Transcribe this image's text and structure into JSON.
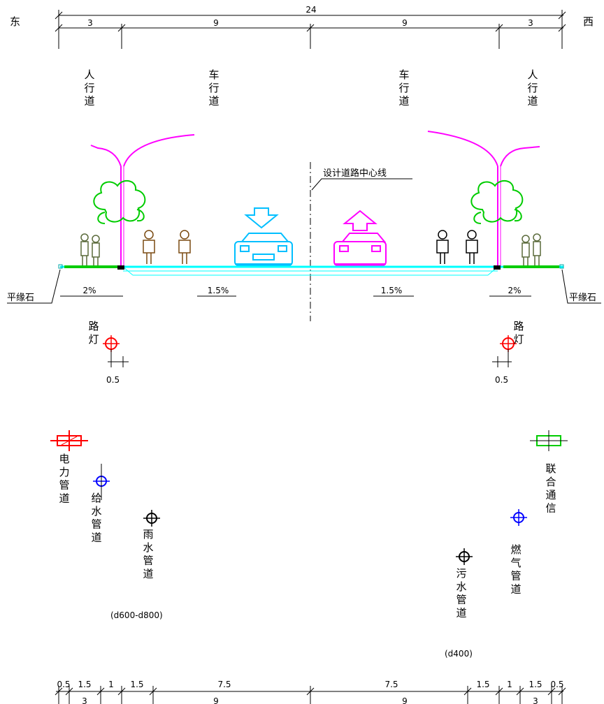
{
  "directions": {
    "east": "东",
    "west": "西"
  },
  "top_dims": {
    "total": "24",
    "sidewalk_left": "3",
    "lane_left": "9",
    "lane_right": "9",
    "sidewalk_right": "3"
  },
  "zones": {
    "sidewalk_left": "人行道",
    "lane_left": "车行道",
    "lane_right": "车行道",
    "sidewalk_right": "人行道"
  },
  "centerline_label": "设计道路中心线",
  "slopes": {
    "left_sidewalk": "2%",
    "left_lane": "1.5%",
    "right_lane": "1.5%",
    "right_sidewalk": "2%"
  },
  "curb_labels": {
    "left": "平缘石",
    "right": "平缘石"
  },
  "street_lights": {
    "left": {
      "label": "路灯",
      "offset": "0.5"
    },
    "right": {
      "label": "路灯",
      "offset": "0.5"
    }
  },
  "pipes": {
    "power": {
      "label": "电力管道",
      "color": "#ff0000"
    },
    "water_supply": {
      "label": "给水管道",
      "color": "#0000ff"
    },
    "rain": {
      "label": "雨水管道",
      "size": "(d600-d800)",
      "color": "#000000"
    },
    "sewage": {
      "label": "污水管道",
      "size": "(d400)",
      "color": "#000000"
    },
    "gas": {
      "label": "燃气管道",
      "color": "#0000ff"
    },
    "telecom": {
      "label": "联合通信",
      "color": "#00cc00"
    }
  },
  "bottom_dims": {
    "row1": [
      "0.5",
      "1.5",
      "1",
      "1.5",
      "7.5",
      "7.5",
      "1.5",
      "1",
      "1.5",
      "0.5"
    ],
    "row2": [
      "3",
      "9",
      "9",
      "3"
    ]
  },
  "colors": {
    "lamp": "#ff00ff",
    "trees": "#00cc00",
    "road": "#00ffff",
    "car_left": "#00bfff",
    "car_right": "#ff00ff"
  }
}
